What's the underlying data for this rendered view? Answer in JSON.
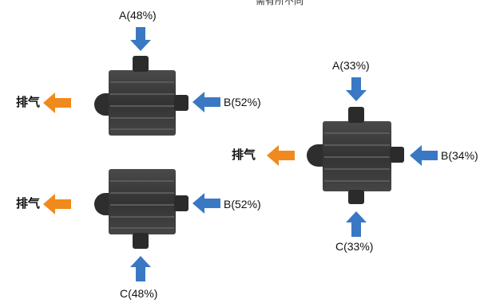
{
  "caption_partial": "需有所不同",
  "colors": {
    "inlet_arrow": "#3a78c4",
    "exhaust_arrow": "#f08a1c",
    "block_body": "#3c3c3c",
    "block_stripe": "#5a5a5a",
    "port": "#2b2b2b"
  },
  "diagrams": [
    {
      "id": "top-left",
      "inlets": [
        {
          "port": "A",
          "label": "A(48%)"
        },
        {
          "port": "B",
          "label": "B(52%)"
        }
      ],
      "exhaust_label": "排气"
    },
    {
      "id": "bottom-left",
      "inlets": [
        {
          "port": "B",
          "label": "B(52%)"
        },
        {
          "port": "C",
          "label": "C(48%)"
        }
      ],
      "exhaust_label": "排气"
    },
    {
      "id": "right",
      "inlets": [
        {
          "port": "A",
          "label": "A(33%)"
        },
        {
          "port": "B",
          "label": "B(34%)"
        },
        {
          "port": "C",
          "label": "C(33%)"
        }
      ],
      "exhaust_label": "排气"
    }
  ]
}
